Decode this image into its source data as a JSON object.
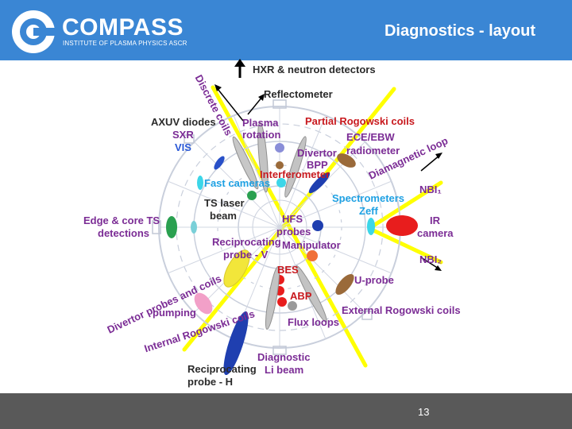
{
  "header": {
    "logo_name": "COMPASS",
    "logo_subtitle": "INSTITUTE OF PLASMA PHYSICS ASCR",
    "title": "Diagnostics - layout"
  },
  "footer": {
    "page_number": "13"
  },
  "colors": {
    "header_bg": "#3a86d4",
    "footer_bg": "#595959",
    "label_red": "#c8191e",
    "label_purple": "#7b2c95",
    "label_blue": "#2a58d6",
    "label_sky": "#1fa1e3",
    "beam_yellow": "#ffff00"
  },
  "diagram": {
    "labels": {
      "hxr": "HXR & neutron detectors",
      "discrete_coils": "Discrete coils",
      "reflectometer": "Reflectometer",
      "axuv_diodes": "AXUV diodes",
      "sxr": "SXR",
      "vis": "VIS",
      "plasma_rotation_1": "Plasma",
      "plasma_rotation_2": "rotation",
      "partial_rogowski": "Partial Rogowski coils",
      "ece_ebw_1": "ECE/EBW",
      "ece_ebw_2": "radiometer",
      "diamagnetic_loop": "Diamagnetic loop",
      "divertor_bpp_1": "Divertor",
      "divertor_bpp_2": "BPP",
      "interferometer": "Interferometer",
      "fast_cameras": "Fast cameras",
      "nbi1": "NBI₁",
      "ts_laser_1": "TS laser",
      "ts_laser_2": "beam",
      "spectrometers": "Spectrometers",
      "zeff": "Zeff",
      "edge_core_ts_1": "Edge & core TS",
      "edge_core_ts_2": "detections",
      "hfs_probes_1": "HFS",
      "hfs_probes_2": "probes",
      "ir_camera_1": "IR",
      "ir_camera_2": "camera",
      "recip_probe_v_1": "Reciprocating",
      "recip_probe_v_2": "probe - V",
      "manipulator": "Manipulator",
      "nbi2": "NBI₂",
      "divertor_probes": "Divertor probes and coils",
      "bes": "BES",
      "u_probe": "U-probe",
      "pumping": "pumping",
      "abp": "ABP",
      "external_rogowski": "External Rogowski coils",
      "flux_loops": "Flux loops",
      "internal_rogowski": "Internal Rogowski coils",
      "diagnostic_li_1": "Diagnostic",
      "diagnostic_li_2": "Li beam",
      "recip_probe_h_1": "Reciprocating",
      "recip_probe_h_2": "probe - H"
    }
  }
}
